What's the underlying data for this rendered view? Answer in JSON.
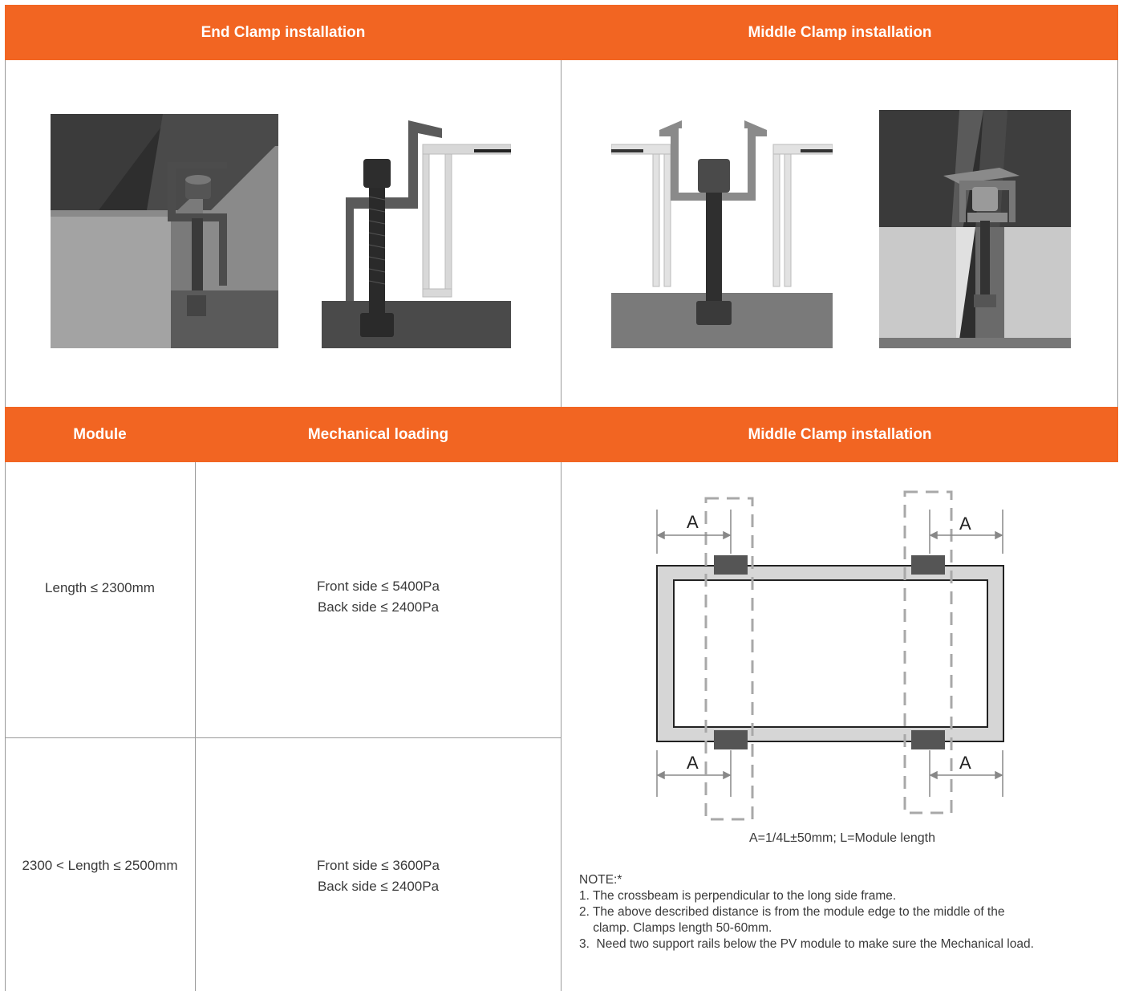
{
  "top_headers": {
    "end_clamp": "End Clamp installation",
    "middle_clamp": "Middle Clamp installation"
  },
  "bottom_headers": {
    "module": "Module",
    "mechanical_loading": "Mechanical loading",
    "middle_clamp": "Middle Clamp installation"
  },
  "rows": [
    {
      "module": "Length ≤ 2300mm",
      "front": "Front side ≤ 5400Pa",
      "back": "Back side ≤ 2400Pa"
    },
    {
      "module": "2300 < Length ≤ 2500mm",
      "front": "Front side ≤ 3600Pa",
      "back": "Back side ≤ 2400Pa"
    }
  ],
  "diagram": {
    "labels": [
      "A",
      "A",
      "A",
      "A"
    ],
    "caption": "A=1/4L±50mm; L=Module length"
  },
  "notes": {
    "title": "NOTE:*",
    "items": [
      "1. The crossbeam is perpendicular to the long side frame.",
      "2. The above described distance is from the module edge to the middle of the",
      "    clamp. Clamps length 50-60mm.",
      "3.  Need two support rails below the PV module to make sure the Mechanical load."
    ]
  },
  "colors": {
    "accent": "#f26522",
    "clamp": "#555555",
    "frame": "#d6d6d6"
  }
}
